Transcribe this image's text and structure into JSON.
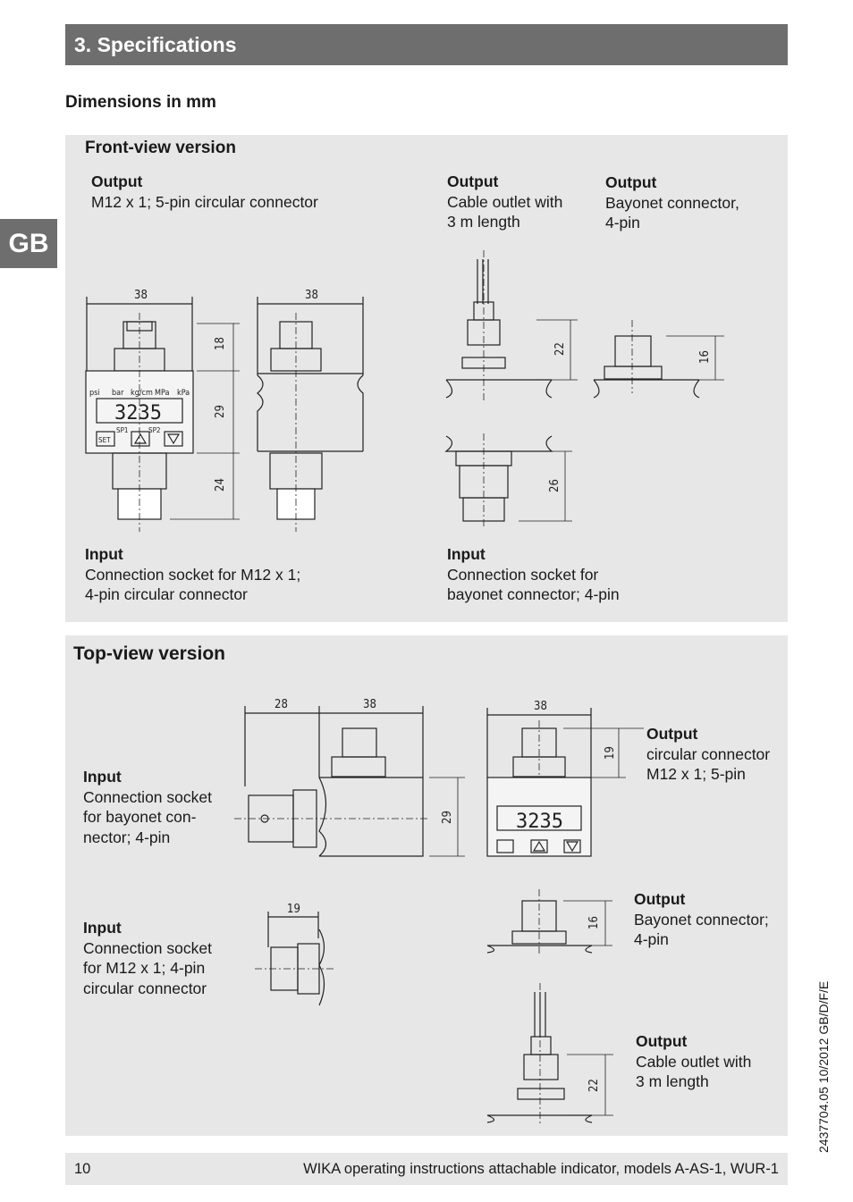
{
  "header": {
    "title": "3. Specifications"
  },
  "side_tab": "GB",
  "subheading": "Dimensions in mm",
  "front": {
    "title": "Front-view version",
    "out_m12": {
      "title": "Output",
      "text": "M12 x 1; 5-pin circular connector"
    },
    "out_cable": {
      "title": "Output",
      "line1": "Cable outlet with",
      "line2": "3 m length"
    },
    "out_bayonet": {
      "title": "Output",
      "line1": "Bayonet connector,",
      "line2": "4-pin"
    },
    "in_m12": {
      "title": "Input",
      "line1": "Connection socket for M12 x 1;",
      "line2": "4-pin circular connector"
    },
    "in_bayonet": {
      "title": "Input",
      "line1": "Connection socket for",
      "line2": "bayonet connector; 4-pin"
    },
    "dims": {
      "w1": "38",
      "w2": "38",
      "h_top": "18",
      "h_mid": "29",
      "h_bot": "24",
      "h_cable": "22",
      "h_bay": "16",
      "h_in_bay": "26"
    },
    "display": {
      "value": "3235",
      "units": [
        "psi",
        "bar",
        "kg/cm",
        "MPa",
        "kPa"
      ],
      "set": "SET",
      "sp1": "SP1",
      "sp2": "SP2"
    }
  },
  "top": {
    "title": "Top-view version",
    "in_bayonet": {
      "title": "Input",
      "line1": "Connection socket",
      "line2": "for bayonet con-",
      "line3": "nector; 4-pin"
    },
    "in_m12": {
      "title": "Input",
      "line1": "Connection socket",
      "line2": "for M12 x 1; 4-pin",
      "line3": "circular connector"
    },
    "out_circ": {
      "title": "Output",
      "line1": "circular connector",
      "line2": "M12 x 1; 5-pin"
    },
    "out_bayonet": {
      "title": "Output",
      "line1": "Bayonet connector;",
      "line2": "4-pin"
    },
    "out_cable": {
      "title": "Output",
      "line1": "Cable outlet with",
      "line2": "3 m length"
    },
    "dims": {
      "w28": "28",
      "w38a": "38",
      "w38b": "38",
      "h29": "29",
      "h19": "19",
      "w19": "19",
      "h16": "16",
      "h22": "22"
    },
    "display": {
      "value": "3235"
    }
  },
  "footer": {
    "page": "10",
    "title": "WIKA operating instructions attachable indicator, models A-AS-1, WUR-1"
  },
  "doc_number": "2437704.05 10/2012 GB/D/F/E"
}
